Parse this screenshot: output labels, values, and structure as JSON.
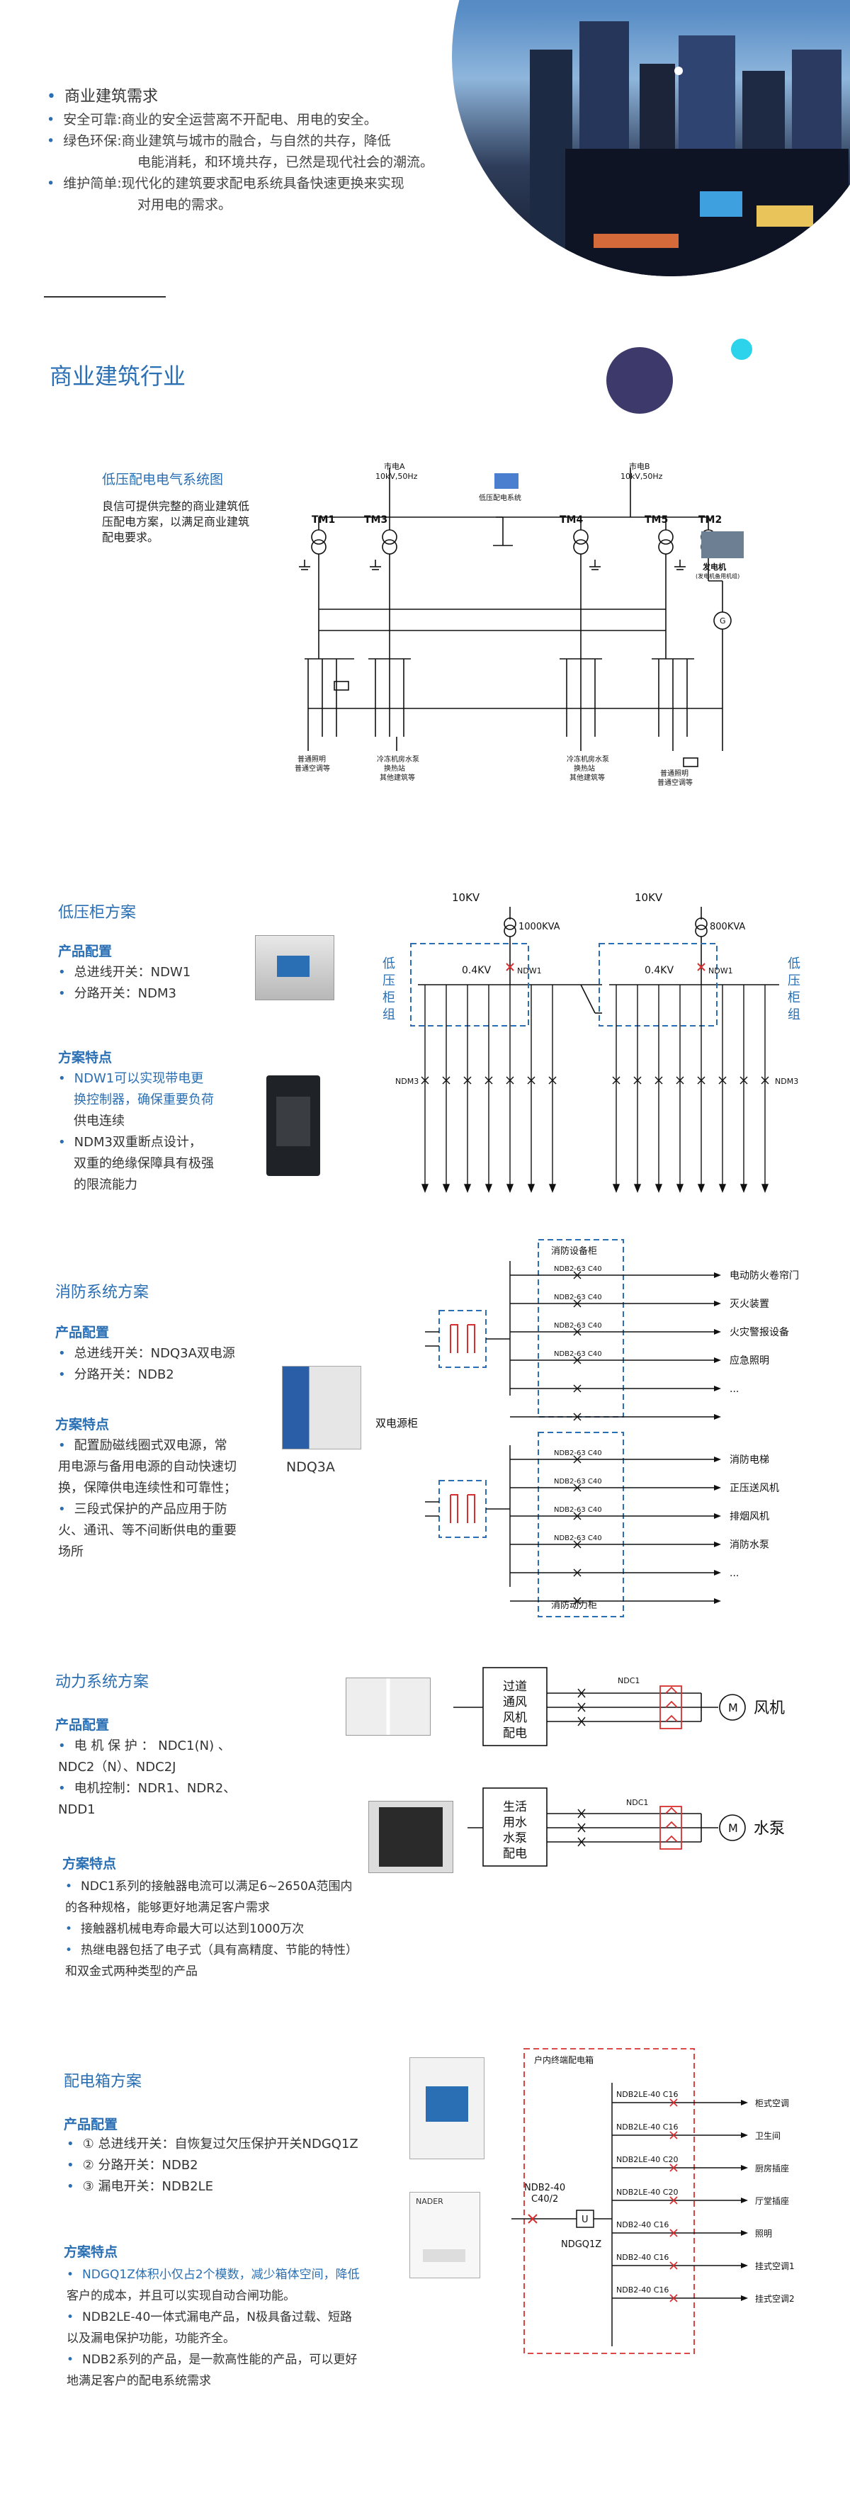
{
  "header": {
    "title": "商业建筑需求",
    "items": [
      {
        "label": "安全可靠:",
        "text": "商业的安全运营离不开配电、用电的安全。"
      },
      {
        "label": "绿色环保:",
        "text": "商业建筑与城市的融合，与自然的共存，降低",
        "text2": "电能消耗，和环境共存，已然是现代社会的潮流。"
      },
      {
        "label": "维护简单:",
        "text": "现代化的建筑要求配电系统具备快速更换来实现",
        "text2": "对用电的需求。"
      }
    ]
  },
  "industry_title": "商业建筑行业",
  "lv_system": {
    "title": "低压配电电气系统图",
    "desc": [
      "良信可提供完整的商业建筑低",
      "压配电方案，以满足商业建筑",
      "配电要求。"
    ],
    "labels": {
      "sourceA": "市电A",
      "sourceA_v": "10kV,50Hz",
      "sourceB": "市电B",
      "sourceB_v": "10kV,50Hz",
      "system": "低压配电系统",
      "tm1": "TM1",
      "tm3": "TM3",
      "tm4": "TM4",
      "tm5": "TM5",
      "tm2": "TM2",
      "generator": "发电机",
      "generator_sub": "(发电机备用机组)",
      "g": "G",
      "load1": [
        "普通照明",
        "普通空调等"
      ],
      "load2": [
        "冷冻机房水泵",
        "换热站",
        "其他建筑等"
      ],
      "load3": [
        "冷冻机房水泵",
        "换热站",
        "其他建筑等"
      ],
      "load4": [
        "普通照明",
        "普通空调等"
      ]
    }
  },
  "lv_cabinet": {
    "title": "低压柜方案",
    "config_title": "产品配置",
    "config": [
      "总进线开关：NDW1",
      "分路开关：NDM3"
    ],
    "feature_title": "方案特点",
    "features": [
      {
        "hl": "NDW1",
        "t1": "可以实现",
        "hl2": "带电更换控制器",
        "t2": "，确保重要负荷供电连续"
      },
      {
        "hl": "NDM3",
        "t1": "双重断点设计，双重的绝缘保障具有极强的限流能力"
      }
    ],
    "f1_lines": [
      "NDW1可以实现带电更",
      "换控制器，确保重要负荷",
      "供电连续"
    ],
    "f2_lines": [
      "NDM3双重断点设计，",
      "双重的绝缘保障具有极强",
      "的限流能力"
    ],
    "diagram": {
      "kv1": "10KV",
      "kva1": "1000KVA",
      "v1": "0.4KV",
      "ndw1a": "NDW1",
      "ndm3a": "NDM3",
      "kv2": "10KV",
      "kva2": "800KVA",
      "v2": "0.4KV",
      "ndw1b": "NDW1",
      "ndm3b": "NDM3",
      "left_label": [
        "低",
        "压",
        "柜",
        "组"
      ],
      "right_label": [
        "低",
        "压",
        "柜",
        "组"
      ]
    }
  },
  "fire": {
    "title": "消防系统方案",
    "config_title": "产品配置",
    "config": [
      "总进线开关：NDQ3A双电源",
      "分路开关：NDB2"
    ],
    "product": "NDQ3A",
    "feature_title": "方案特点",
    "features": [
      "配置励磁线圈式双电源，常",
      "用电源与备用电源的自动快速切",
      "换，保障供电连续性和可靠性；",
      "三段式保护的产品应用于防",
      "火、通讯、等不间断供电的重要",
      "场所"
    ],
    "diagram": {
      "top_box": "消防设备柜",
      "bottom_box": "消防动力柜",
      "dual": "双电源柜",
      "top_breakers": [
        "NDB2-63 C40",
        "NDB2-63 C40",
        "NDB2-63 C40",
        "NDB2-63 C40"
      ],
      "top_loads": [
        "电动防火卷帘门",
        "灭火装置",
        "火灾警报设备",
        "应急照明",
        "..."
      ],
      "bottom_breakers": [
        "NDB2-63 C40",
        "NDB2-63 C40",
        "NDB2-63 C40",
        "NDB2-63 C40"
      ],
      "bottom_loads": [
        "消防电梯",
        "正压送风机",
        "排烟风机",
        "消防水泵",
        "..."
      ]
    }
  },
  "power": {
    "title": "动力系统方案",
    "config_title": "产品配置",
    "config_lines": [
      "电 机 保 护 ： NDC1(N) 、",
      "NDC2（N）、NDC2J",
      "电机控制：NDR1、NDR2、",
      "NDD1"
    ],
    "feature_title": "方案特点",
    "features": [
      "NDC1系列的接触器电流可以满足6~2650A范围内",
      "的各种规格，能够更好地满足客户需求",
      "接触器机械电寿命最大可以达到1000万次",
      "热继电器包括了电子式（具有高精度、节能的特性）",
      "和双金式两种类型的产品"
    ],
    "diagram": {
      "box1": [
        "过道",
        "通风",
        "风机",
        "配电"
      ],
      "box2": [
        "生活",
        "用水",
        "水泵",
        "配电"
      ],
      "ndc1a": "NDC1",
      "ndc1b": "NDC1",
      "m": "M",
      "load1": "风机",
      "load2": "水泵"
    }
  },
  "dist": {
    "title": "配电箱方案",
    "config_title": "产品配置",
    "config": [
      {
        "n": "①",
        "t": "总进线开关：自恢复过欠压保护开关NDGQ1Z"
      },
      {
        "n": "②",
        "t": "分路开关：NDB2"
      },
      {
        "n": "③",
        "t": "漏电开关：NDB2LE"
      }
    ],
    "feature_title": "方案特点",
    "features": [
      "NDGQ1Z体积小仅占2个模数，减少箱体空间，降低",
      "客户的成本，并且可以实现自动合闸功能。",
      "NDB2LE-40一体式漏电产品，N极具备过载、短路",
      "以及漏电保护功能，功能齐全。",
      "NDB2系列的产品，是一款高性能的产品，可以更好",
      "地满足客户的配电系统需求"
    ],
    "diagram": {
      "box": "户内终端配电箱",
      "main": [
        "NDB2-40",
        "C40/2"
      ],
      "u": "U",
      "ndgq": "NDGQ1Z",
      "branches": [
        "NDB2LE-40 C16",
        "NDB2LE-40 C16",
        "NDB2LE-40 C20",
        "NDB2LE-40 C20",
        "NDB2-40 C16",
        "NDB2-40 C16",
        "NDB2-40 C16"
      ],
      "loads": [
        "柜式空调",
        "卫生间",
        "厨房插座",
        "厅堂插座",
        "照明",
        "挂式空调1",
        "挂式空调2"
      ]
    },
    "device_label": "NADER"
  },
  "colors": {
    "accent": "#2a6fb3",
    "red": "#d83030",
    "purple": "#3d3a6b",
    "cyan": "#2dd3ea"
  }
}
